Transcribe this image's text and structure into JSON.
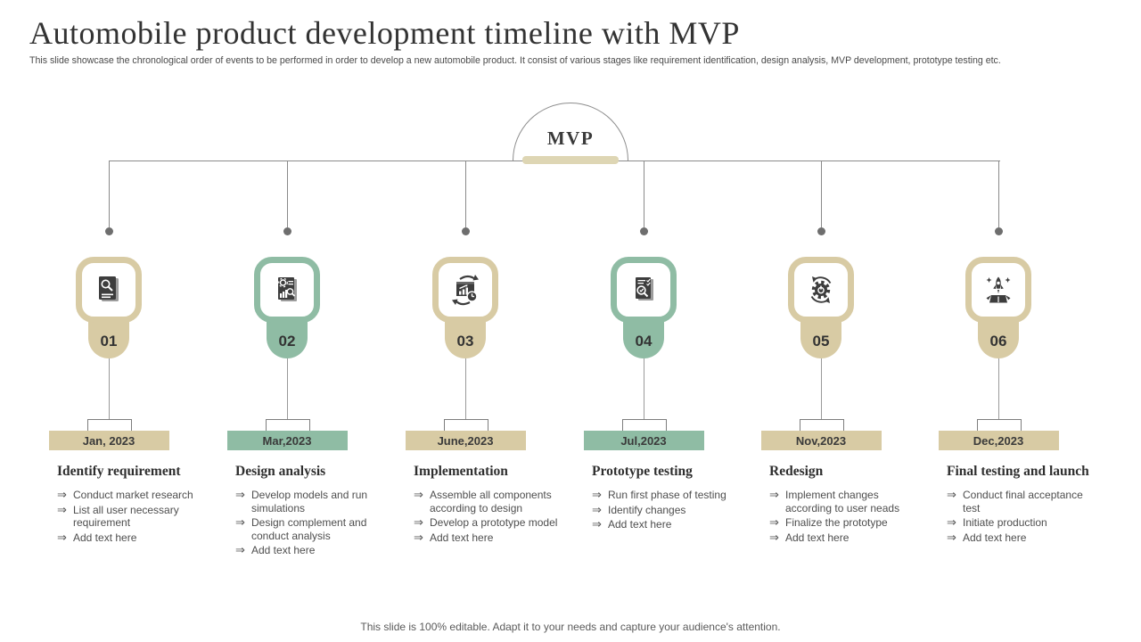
{
  "slide": {
    "title": "Automobile product development timeline with MVP",
    "subtitle": "This slide showcase the chronological order of events to be performed in order to develop a new automobile product. It consist of various stages like requirement identification, design analysis, MVP development, prototype testing etc.",
    "footer": "This slide is 100% editable. Adapt it to your needs and capture your audience's attention."
  },
  "mvp": {
    "label": "MVP"
  },
  "bullet_marker": "⇒",
  "colors": {
    "beige_accent": "#d8cba4",
    "green_accent": "#8fbca4",
    "pale_beige_base": "#ded6b4",
    "icon_dark": "#3d3d3d",
    "line_gray": "#8a8a8a"
  },
  "stages": [
    {
      "number": "01",
      "date": "Jan, 2023",
      "title": "Identify requirement",
      "accent": "beige",
      "icon": "research-document-icon",
      "bullets": [
        "Conduct market research",
        "List all user necessary requirement",
        "Add text here"
      ]
    },
    {
      "number": "02",
      "date": "Mar,2023",
      "title": "Design analysis",
      "accent": "green",
      "icon": "design-analysis-document-icon",
      "bullets": [
        "Develop models and run simulations",
        "Design complement and conduct analysis",
        "Add text here"
      ]
    },
    {
      "number": "03",
      "date": "June,2023",
      "title": "Implementation",
      "accent": "beige",
      "icon": "chart-sync-clock-icon",
      "bullets": [
        "Assemble all components according to design",
        "Develop a prototype model",
        "Add text here"
      ]
    },
    {
      "number": "04",
      "date": "Jul,2023",
      "title": "Prototype testing",
      "accent": "green",
      "icon": "checklist-magnifier-icon",
      "bullets": [
        "Run first phase of testing",
        "Identify changes",
        "Add text here"
      ]
    },
    {
      "number": "05",
      "date": "Nov,2023",
      "title": "Redesign",
      "accent": "beige",
      "icon": "gear-sync-icon",
      "bullets": [
        "Implement changes according to user neads",
        "Finalize the prototype",
        "Add text here"
      ]
    },
    {
      "number": "06",
      "date": "Dec,2023",
      "title": "Final testing and launch",
      "accent": "beige",
      "icon": "rocket-box-launch-icon",
      "bullets": [
        "Conduct final acceptance test",
        "Initiate production",
        "Add text here"
      ]
    }
  ]
}
